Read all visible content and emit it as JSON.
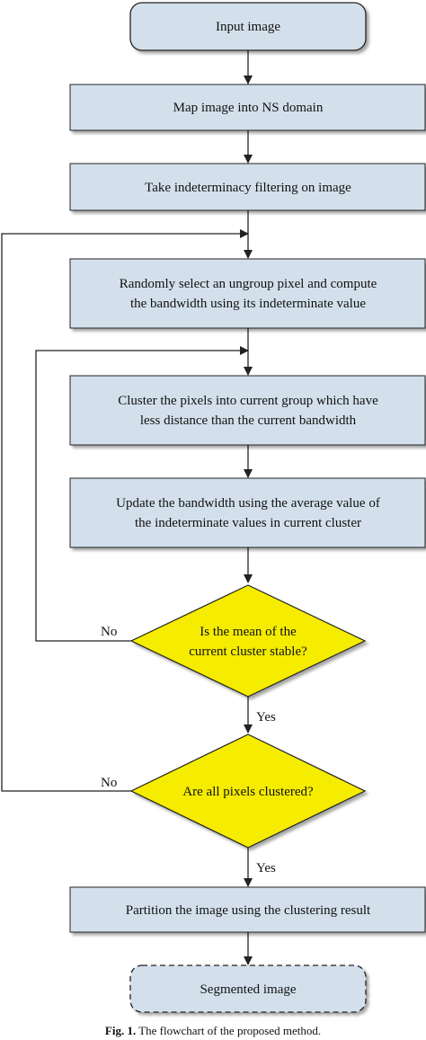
{
  "colors": {
    "process_fill": "#d3e0ec",
    "decision_fill": "#f5ec00",
    "terminal_fill": "#d3e0ec",
    "line": "#222222"
  },
  "nodes": {
    "input": {
      "type": "terminal",
      "lines": [
        "Input image"
      ]
    },
    "map": {
      "type": "process",
      "lines": [
        "Map image into NS domain"
      ]
    },
    "filter": {
      "type": "process",
      "lines": [
        "Take indeterminacy filtering on image"
      ]
    },
    "select": {
      "type": "process",
      "lines": [
        "Randomly select an ungroup pixel and compute",
        "the bandwidth using its indeterminate value"
      ]
    },
    "cluster": {
      "type": "process",
      "lines": [
        "Cluster the pixels into current group which have",
        "less distance than the current bandwidth"
      ]
    },
    "update": {
      "type": "process",
      "lines": [
        "Update the bandwidth using the average value of",
        "the indeterminate values in current cluster"
      ]
    },
    "stable": {
      "type": "decision",
      "lines": [
        "Is the mean of the",
        "current cluster stable?"
      ]
    },
    "all": {
      "type": "decision",
      "lines": [
        "Are all pixels clustered?"
      ]
    },
    "partition": {
      "type": "process",
      "lines": [
        "Partition the image using the clustering result"
      ]
    },
    "segmented": {
      "type": "terminal-dashed",
      "lines": [
        "Segmented image"
      ]
    }
  },
  "edge_labels": {
    "stable_no": "No",
    "stable_yes": "Yes",
    "all_no": "No",
    "all_yes": "Yes"
  },
  "caption": {
    "label": "Fig. 1.",
    "text": " The flowchart of the proposed method."
  }
}
